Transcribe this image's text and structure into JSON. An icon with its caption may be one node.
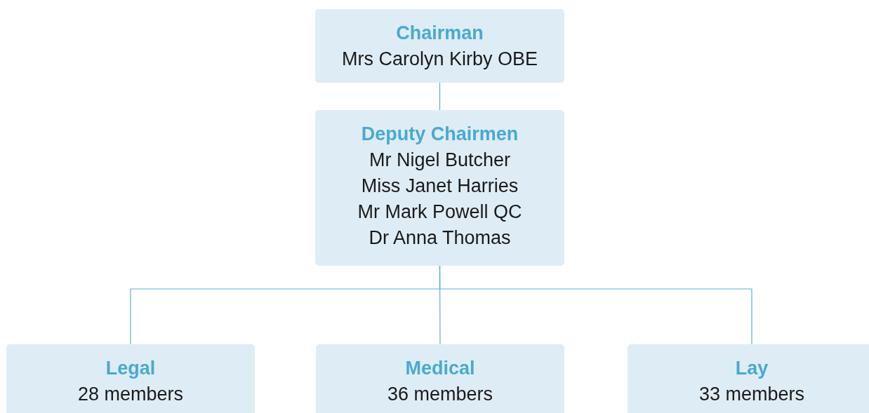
{
  "diagram": {
    "nodes": [
      {
        "text": [
          "Chairman",
          "Mrs Carolyn Kirby OBE"
        ]
      },
      {
        "text": [
          "Deputy Chairmen",
          "Mr Nigel Butcher",
          "Miss Janet Harries",
          "Mr Mark Powell QC",
          "Dr Anna Thomas"
        ]
      },
      {
        "text": [
          "Legal",
          "28 members"
        ]
      },
      {
        "text": [
          "Medical",
          "36 members"
        ]
      },
      {
        "text": [
          "Lay",
          "33 members"
        ]
      }
    ],
    "edges": [
      {
        "from": 0,
        "to": 1,
        "arrow": "none"
      },
      {
        "from": 1,
        "to": 2,
        "arrow": "none"
      },
      {
        "from": 1,
        "to": 3,
        "arrow": "none"
      },
      {
        "from": 1,
        "to": 4,
        "arrow": "none"
      }
    ]
  }
}
